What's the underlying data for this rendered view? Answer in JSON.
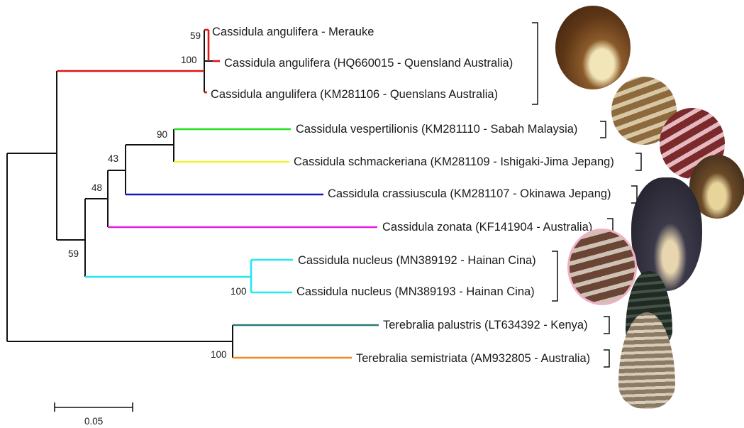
{
  "taxa": [
    {
      "id": "angulifera_merauke",
      "label": "Cassidula angulifera - Merauke",
      "color": "#e01515"
    },
    {
      "id": "angulifera_hq",
      "label": "Cassidula angulifera (HQ660015 - Quensland Australia)",
      "color": "#e01515"
    },
    {
      "id": "angulifera_km",
      "label": "Cassidula angulifera (KM281106 - Quenslans Australia)",
      "color": "#e01515"
    },
    {
      "id": "vespertilionis",
      "label": "Cassidula vespertilionis (KM281110 - Sabah Malaysia)",
      "color": "#22e022"
    },
    {
      "id": "schmackeriana",
      "label": "Cassidula schmackeriana (KM281109 - Ishigaki-Jima Jepang)",
      "color": "#f2f230"
    },
    {
      "id": "crassiuscula",
      "label": "Cassidula crassiuscula (KM281107 - Okinawa Jepang)",
      "color": "#1414c8"
    },
    {
      "id": "zonata",
      "label": "Cassidula zonata (KF141904 - Australia)",
      "color": "#e020e0"
    },
    {
      "id": "nucleus_192",
      "label": "Cassidula nucleus (MN389192 - Hainan Cina)",
      "color": "#22e6f0"
    },
    {
      "id": "nucleus_193",
      "label": "Cassidula nucleus (MN389193 - Hainan Cina)",
      "color": "#22e6f0"
    },
    {
      "id": "palustris",
      "label": "Terebralia palustris (LT634392 - Kenya)",
      "color": "#2e7a78"
    },
    {
      "id": "semistriata",
      "label": "Terebralia semistriata (AM932805 - Australia)",
      "color": "#f08a1a"
    }
  ],
  "support_values": [
    {
      "node": "angulifera_merauke_node",
      "value": "59"
    },
    {
      "node": "angulifera_clade",
      "value": "100"
    },
    {
      "node": "vesp_schm",
      "value": "90"
    },
    {
      "node": "vesp_schm_crass",
      "value": "43"
    },
    {
      "node": "plus_zonata",
      "value": "48"
    },
    {
      "node": "cassidula_ingroup",
      "value": "59"
    },
    {
      "node": "nucleus_clade",
      "value": "100"
    },
    {
      "node": "terebralia_clade",
      "value": "100"
    }
  ],
  "scale_bar": {
    "label": "0.05",
    "value": 0.05
  },
  "colors": {
    "branch": "#111111",
    "bracket": "#111111"
  },
  "photos": [
    {
      "name": "cassidula-angulifera-shell-photo"
    },
    {
      "name": "cassidula-vespertilionis-shell-photo"
    },
    {
      "name": "cassidula-schmackeriana-shell-photo"
    },
    {
      "name": "cassidula-crassiuscula-shell-photo"
    },
    {
      "name": "cassidula-zonata-shell-photo"
    },
    {
      "name": "cassidula-nucleus-shell-photo"
    },
    {
      "name": "terebralia-palustris-shell-photo"
    },
    {
      "name": "terebralia-semistriata-shell-photo"
    }
  ]
}
